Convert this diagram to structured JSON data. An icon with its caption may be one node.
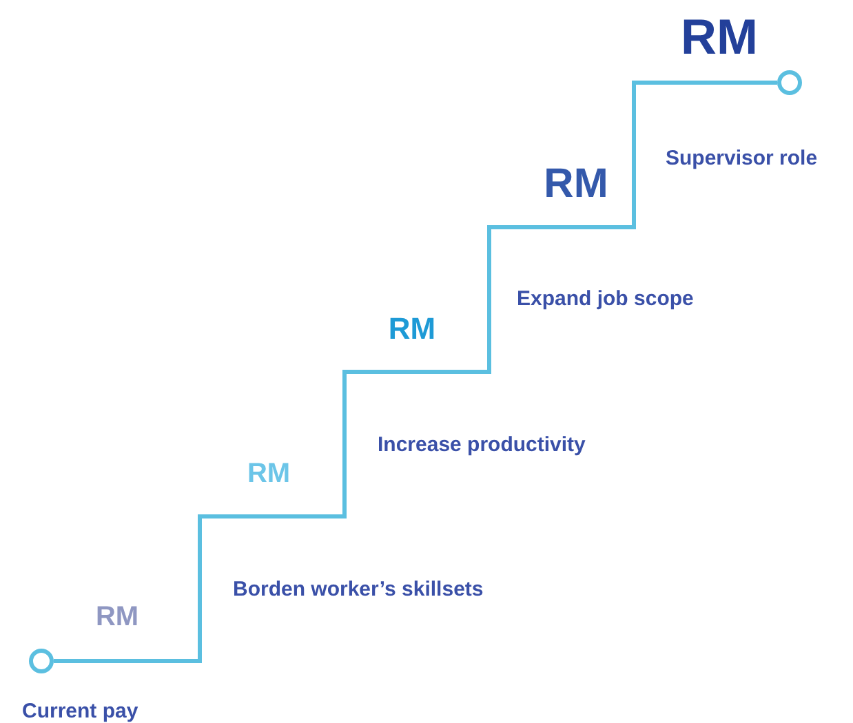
{
  "diagram": {
    "nodes": [
      {
        "text": [],
        "shape": "circle",
        "beside": [
          "Current pay"
        ]
      },
      {
        "text": [],
        "shape": "circle"
      }
    ],
    "edges": [
      {
        "from": 0,
        "to": 1,
        "arrow": "none"
      }
    ],
    "labels": [
      "RM",
      "RM",
      "Supervisor role",
      "RM",
      "Expand job scope",
      "RM",
      "Increase productivity",
      "RM",
      "Borden worker’s skillsets"
    ]
  }
}
